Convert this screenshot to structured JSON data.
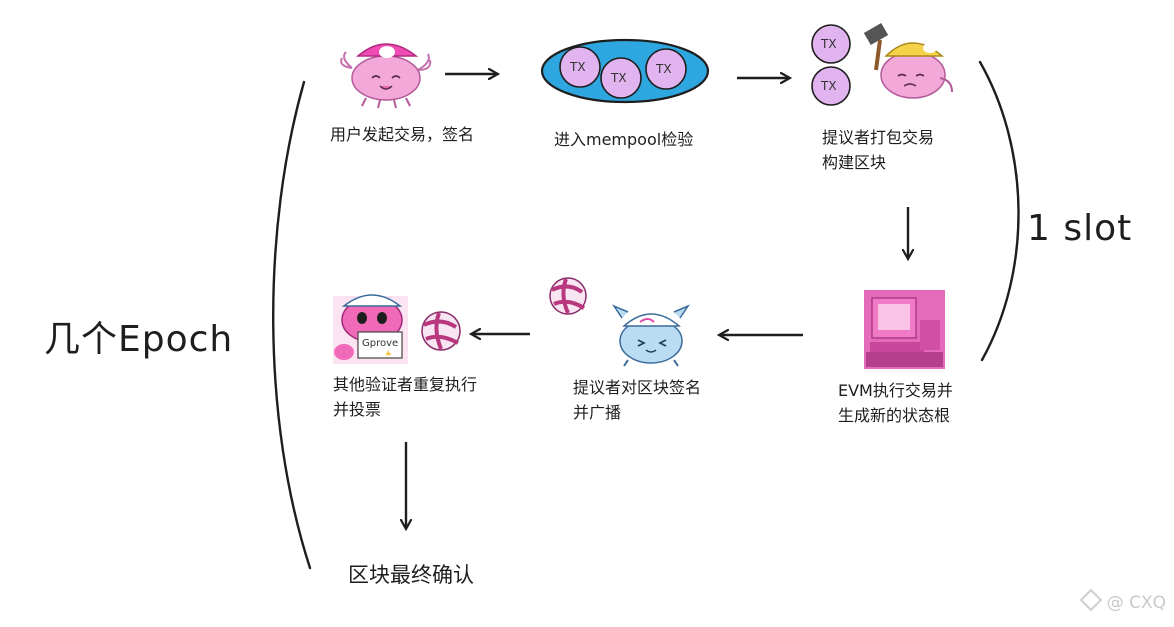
{
  "epoch_label": "几个Epoch",
  "slot_label": "1 slot",
  "steps": {
    "user_sign": "用户发起交易，签名",
    "mempool": "进入mempool检验",
    "proposer_build": [
      "提议者打包交易",
      "构建区块"
    ],
    "evm_execute": [
      "EVM执行交易并",
      "生成新的状态根"
    ],
    "proposer_sign": [
      "提议者对区块签名",
      "并广播"
    ],
    "validators_vote": [
      "其他验证者重复执行",
      "并投票"
    ]
  },
  "final_label": "区块最终确认",
  "tx_token": "TX",
  "board_text": "Gprove",
  "watermark": "@ CXQ",
  "colors": {
    "pool_fill": "#2ea7e0",
    "tx_fill": "#e1b3ef",
    "mascot_pink": "#f2a8d8",
    "mascot_blue": "#b9dcf3"
  }
}
